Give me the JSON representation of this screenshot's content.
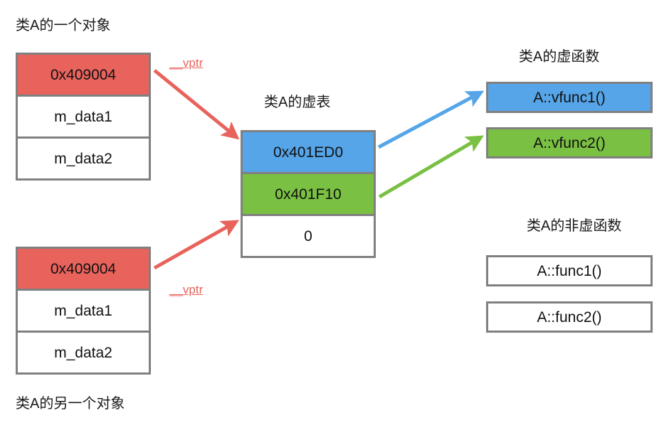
{
  "diagram": {
    "title_object_one": "类A的一个对象",
    "title_object_two": "类A的另一个对象",
    "title_vtable": "类A的虚表",
    "title_virtual_functions": "类A的虚函数",
    "title_nonvirtual_functions": "类A的非虚函数",
    "vptr_label_one": "__vptr",
    "vptr_label_two": "__vptr"
  },
  "object_one": {
    "rows": [
      {
        "text": "0x409004",
        "color": "#e8635c",
        "role": "vptr-slot"
      },
      {
        "text": "m_data1",
        "color": "#ffffff",
        "role": "member"
      },
      {
        "text": "m_data2",
        "color": "#ffffff",
        "role": "member"
      }
    ]
  },
  "object_two": {
    "rows": [
      {
        "text": "0x409004",
        "color": "#e8635c",
        "role": "vptr-slot"
      },
      {
        "text": "m_data1",
        "color": "#ffffff",
        "role": "member"
      },
      {
        "text": "m_data2",
        "color": "#ffffff",
        "role": "member"
      }
    ]
  },
  "vtable": {
    "rows": [
      {
        "text": "0x401ED0",
        "color": "#56a5e8",
        "role": "vfunc1-entry"
      },
      {
        "text": "0x401F10",
        "color": "#7ac043",
        "role": "vfunc2-entry"
      },
      {
        "text": "0",
        "color": "#ffffff",
        "role": "null-terminator"
      }
    ]
  },
  "virtual_functions": [
    {
      "text": "A::vfunc1()",
      "color": "#56a5e8"
    },
    {
      "text": "A::vfunc2()",
      "color": "#7ac043"
    }
  ],
  "nonvirtual_functions": [
    {
      "text": "A::func1()",
      "color": "#ffffff"
    },
    {
      "text": "A::func2()",
      "color": "#ffffff"
    }
  ],
  "colors": {
    "red": "#e8635c",
    "blue": "#56a5e8",
    "green": "#7ac043",
    "border_gray": "#808080",
    "text": "#111111",
    "background": "#ffffff"
  }
}
